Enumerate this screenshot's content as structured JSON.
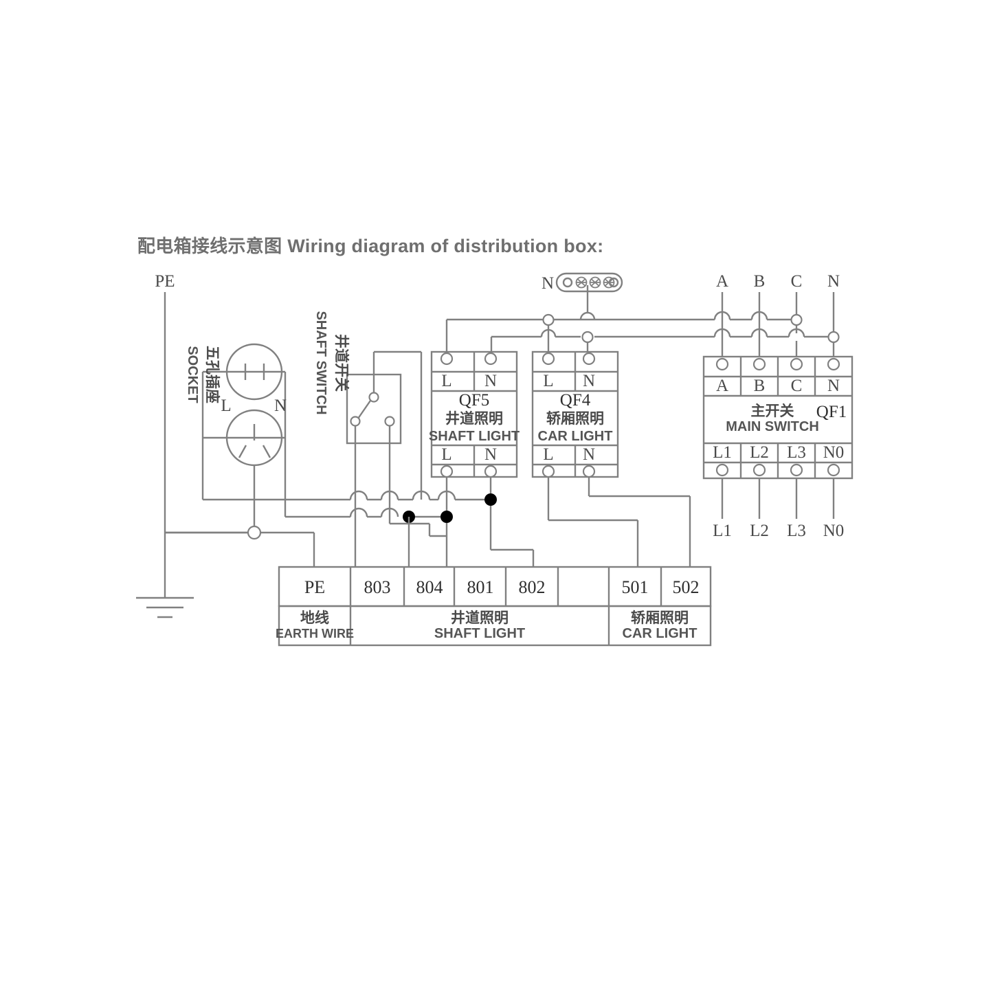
{
  "title": {
    "cn": "配电箱接线示意图",
    "en": "Wiring diagram of distribution box:"
  },
  "colors": {
    "line": "#808080",
    "text": "#6f6f6f",
    "dark_text": "#3a3a3a",
    "junction": "#000000",
    "background": "#ffffff"
  },
  "top_labels": {
    "pe": "PE",
    "n_block": "N",
    "phase_a": "A",
    "phase_b": "B",
    "phase_c": "C",
    "phase_n": "N"
  },
  "socket": {
    "cn": "五孔插座",
    "en": "SOCKET",
    "terminal_l": "L",
    "terminal_n": "N"
  },
  "shaft_switch": {
    "cn": "井道开关",
    "en": "SHAFT SWITCH"
  },
  "breakers": [
    {
      "id": "QF5",
      "cn": "井道照明",
      "en": "SHAFT  LIGHT",
      "top_terminals": [
        "L",
        "N"
      ],
      "bottom_terminals": [
        "L",
        "N"
      ]
    },
    {
      "id": "QF4",
      "cn": "轿厢照明",
      "en": "CAR LIGHT",
      "top_terminals": [
        "L",
        "N"
      ],
      "bottom_terminals": [
        "L",
        "N"
      ]
    }
  ],
  "main_switch": {
    "id": "QF1",
    "cn": "主开关",
    "en": "MAIN SWITCH",
    "top_terminals": [
      "A",
      "B",
      "C",
      "N"
    ],
    "bottom_terminals": [
      "L1",
      "L2",
      "L3",
      "N0"
    ],
    "output_labels": [
      "L1",
      "L2",
      "L3",
      "N0"
    ]
  },
  "terminal_strip": {
    "terminals": [
      "PE",
      "803",
      "804",
      "801",
      "802",
      "",
      "501",
      "502"
    ],
    "groups": [
      {
        "cn": "地线",
        "en": "EARTH WIRE"
      },
      {
        "cn": "井道照明",
        "en": "SHAFT  LIGHT"
      },
      {
        "cn": "轿厢照明",
        "en": "CAR LIGHT"
      }
    ]
  }
}
